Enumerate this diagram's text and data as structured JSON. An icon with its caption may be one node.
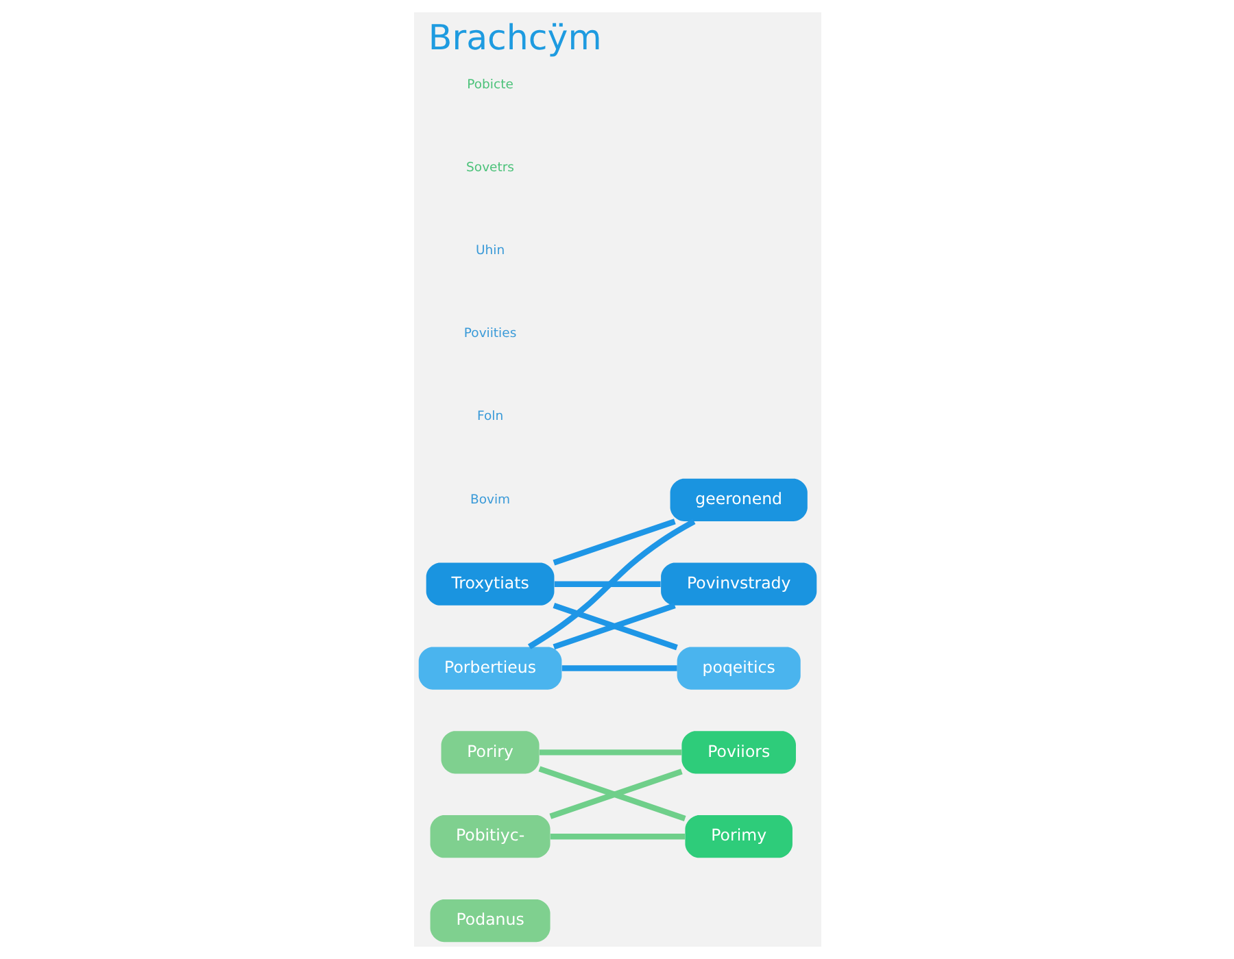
{
  "diagram": {
    "title": "Brachcÿm",
    "nodes": [
      {
        "text": [
          "Podanus"
        ]
      },
      {
        "text": [
          "Poriry"
        ]
      },
      {
        "text": [
          "Pobitiyc-"
        ]
      },
      {
        "text": [
          "Troxytiats"
        ]
      },
      {
        "text": [
          "Porbertieus"
        ]
      },
      {
        "text": [
          "geeronend"
        ]
      },
      {
        "text": [
          "Povinvstrady"
        ]
      },
      {
        "text": [
          "poqeitics"
        ]
      },
      {
        "text": [
          "Poviiors"
        ]
      },
      {
        "text": [
          "Porimy"
        ]
      }
    ],
    "edges": [
      {
        "from": 1,
        "to": 8,
        "arrow": "none",
        "color": "#6fcf8a"
      },
      {
        "from": 1,
        "to": 9,
        "arrow": "none",
        "color": "#6fcf8a"
      },
      {
        "from": 2,
        "to": 8,
        "arrow": "none",
        "color": "#6fcf8a"
      },
      {
        "from": 2,
        "to": 9,
        "arrow": "none",
        "color": "#6fcf8a"
      },
      {
        "from": 3,
        "to": 5,
        "arrow": "none",
        "color": "#1e96e6"
      },
      {
        "from": 3,
        "to": 6,
        "arrow": "none",
        "color": "#1e96e6"
      },
      {
        "from": 3,
        "to": 7,
        "arrow": "none",
        "color": "#1e96e6"
      },
      {
        "from": 4,
        "to": 5,
        "arrow": "none",
        "color": "#1e96e6"
      },
      {
        "from": 4,
        "to": 6,
        "arrow": "none",
        "color": "#1e96e6"
      },
      {
        "from": 4,
        "to": 7,
        "arrow": "none",
        "color": "#1e96e6"
      }
    ],
    "labels": [
      "Bovim",
      "Foln",
      "Poviities",
      "Uhin",
      "Sovetrs",
      "Pobicte"
    ]
  }
}
